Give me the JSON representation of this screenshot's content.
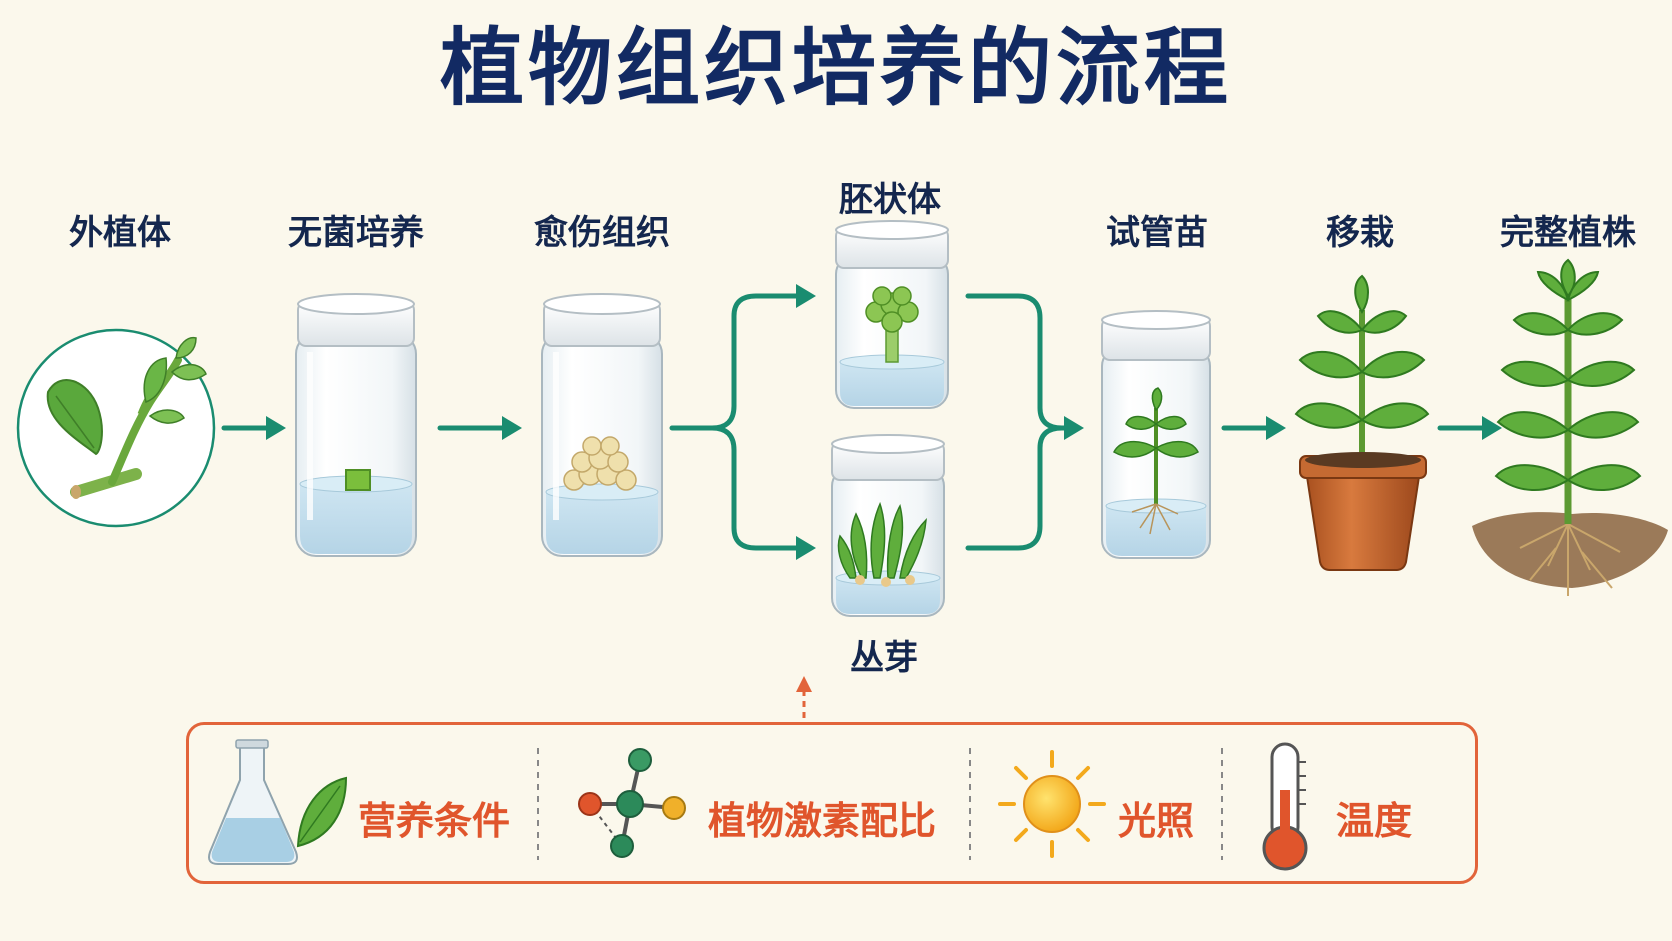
{
  "title": "植物组织培养的流程",
  "stages": {
    "explant": "外植体",
    "aseptic_culture": "无菌培养",
    "callus": "愈伤组织",
    "embryoid": "胚状体",
    "cluster_buds": "丛芽",
    "test_tube_plantlet": "试管苗",
    "transplant": "移栽",
    "whole_plant": "完整植株"
  },
  "factors": {
    "nutrition": "营养条件",
    "hormone_ratio": "植物激素配比",
    "light": "光照",
    "temperature": "温度"
  },
  "colors": {
    "title": "#122a63",
    "arrow": "#1a8c70",
    "factor_accent": "#e2643a",
    "leaf": "#5aa83c",
    "background": "#fbf8ec"
  }
}
